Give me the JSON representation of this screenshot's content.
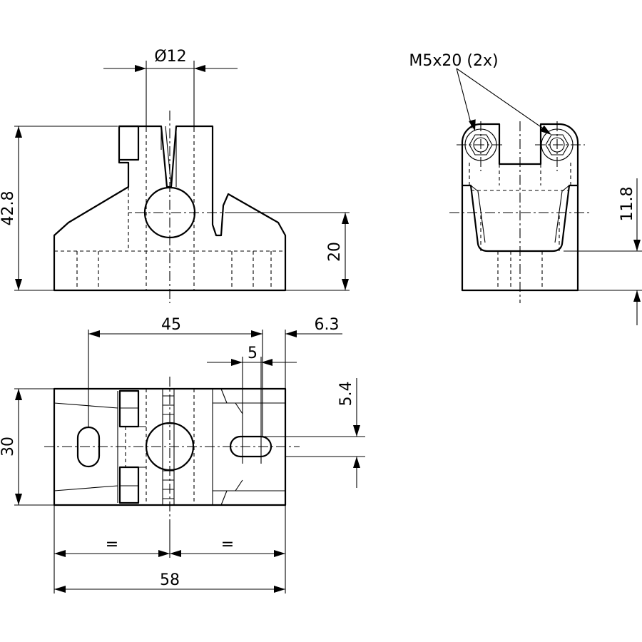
{
  "labels": {
    "diameter": "Ø12",
    "callout": "M5x20 (2x)",
    "height_total": "42.8",
    "height_axis": "20",
    "height_right": "11.8",
    "hole_spacing": "45",
    "edge_offset": "6.3",
    "slot_width": "5",
    "slot_offset": "5.4",
    "width": "30",
    "equal_left": "=",
    "equal_right": "=",
    "length": "58"
  }
}
